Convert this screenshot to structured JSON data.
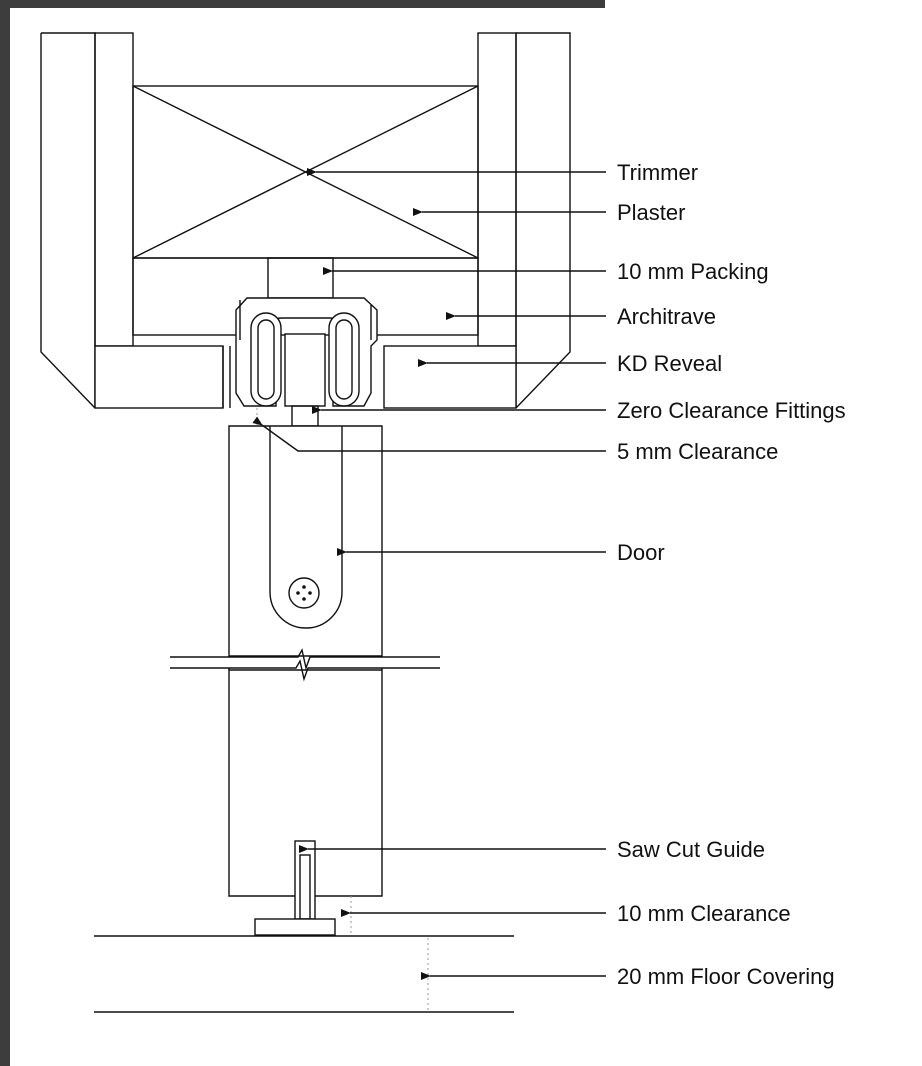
{
  "labels": {
    "trimmer": "Trimmer",
    "plaster": "Plaster",
    "packing": "10 mm Packing",
    "architrave": "Architrave",
    "kd_reveal": "KD Reveal",
    "zero_clearance": "Zero Clearance Fittings",
    "top_clearance": "5 mm Clearance",
    "door": "Door",
    "saw_cut": "Saw Cut Guide",
    "bottom_clearance": "10 mm Clearance",
    "floor_covering": "20 mm Floor Covering"
  },
  "colors": {
    "frame": "#3d3d3d",
    "line": "#111111",
    "dimension": "#999999"
  }
}
